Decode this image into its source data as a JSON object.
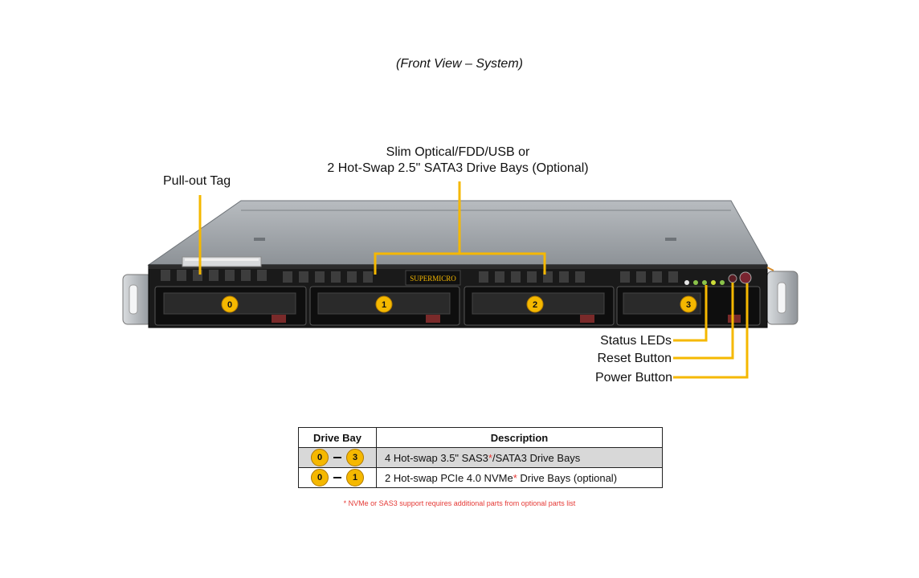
{
  "title": "(Front View – System)",
  "callouts": {
    "optical_line1": "Slim Optical/FDD/USB or",
    "optical_line2": "2 Hot-Swap 2.5\" SATA3 Drive Bays (Optional)",
    "pullout": "Pull-out Tag",
    "status": "Status LEDs",
    "reset": "Reset Button",
    "power": "Power Button"
  },
  "chassis": {
    "brand": "SUPERMICRO",
    "bays": [
      "0",
      "1",
      "2",
      "3"
    ]
  },
  "table": {
    "headers": {
      "bay": "Drive Bay",
      "desc": "Description"
    },
    "rows": [
      {
        "from": "0",
        "to": "3",
        "desc_before": "4 Hot-swap 3.5\" SAS3",
        "star": "*",
        "desc_after": "/SATA3 Drive Bays"
      },
      {
        "from": "0",
        "to": "1",
        "desc_before": "2 Hot-swap PCIe 4.0 NVMe",
        "star": "*",
        "desc_after": " Drive Bays (optional)"
      }
    ]
  },
  "footnote": "* NVMe or SAS3 support requires additional parts from optional parts list",
  "colors": {
    "callout_line": "#f5b800",
    "badge": "#f5b800",
    "chassis_top": "#9ea3a8",
    "front": "#1a1a1a"
  }
}
